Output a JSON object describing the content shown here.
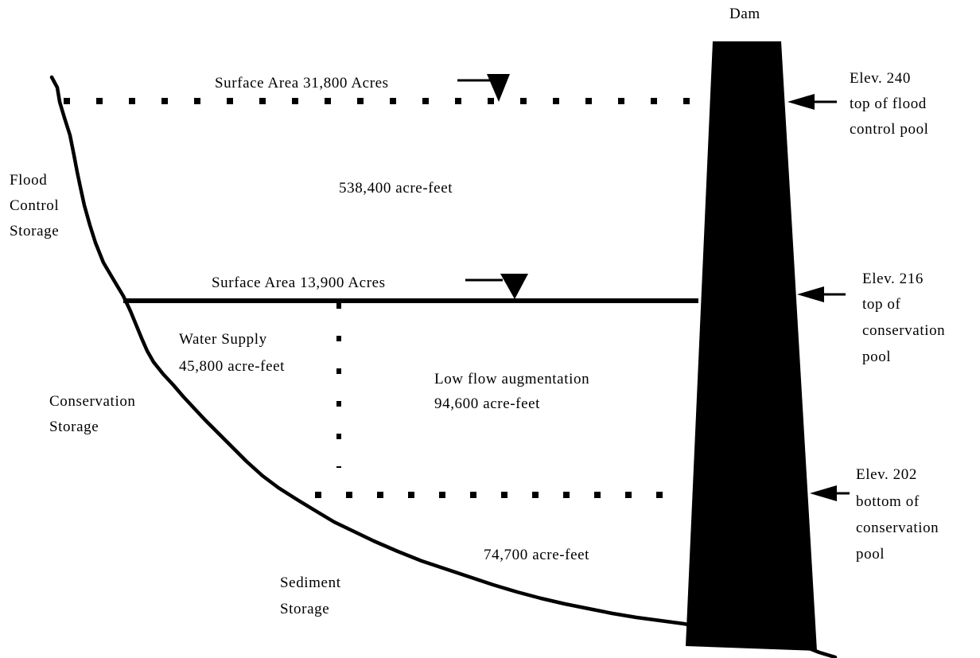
{
  "colors": {
    "ink": "#000000",
    "background": "#ffffff",
    "dam": "#000000"
  },
  "labels": {
    "dam": "Dam",
    "surface_upper": "Surface Area 31,800 Acres",
    "surface_lower": "Surface Area 13,900 Acres",
    "flood_volume": "538,400 acre-feet",
    "water_supply": "Water Supply",
    "water_supply_volume": "45,800 acre-feet",
    "low_flow": "Low flow augmentation",
    "low_flow_volume": "94,600 acre-feet",
    "sediment_volume": "74,700 acre-feet",
    "flood_storage": [
      "Flood",
      "Control",
      "Storage"
    ],
    "conservation_storage": [
      "Conservation",
      "Storage"
    ],
    "sediment_storage": [
      "Sediment",
      "Storage"
    ],
    "elev_240": [
      "Elev. 240",
      "top of flood",
      "control pool"
    ],
    "elev_216": [
      "Elev. 216",
      "top of",
      "conservation",
      "pool"
    ],
    "elev_202": [
      "Elev. 202",
      "bottom of",
      "conservation",
      "pool"
    ]
  }
}
